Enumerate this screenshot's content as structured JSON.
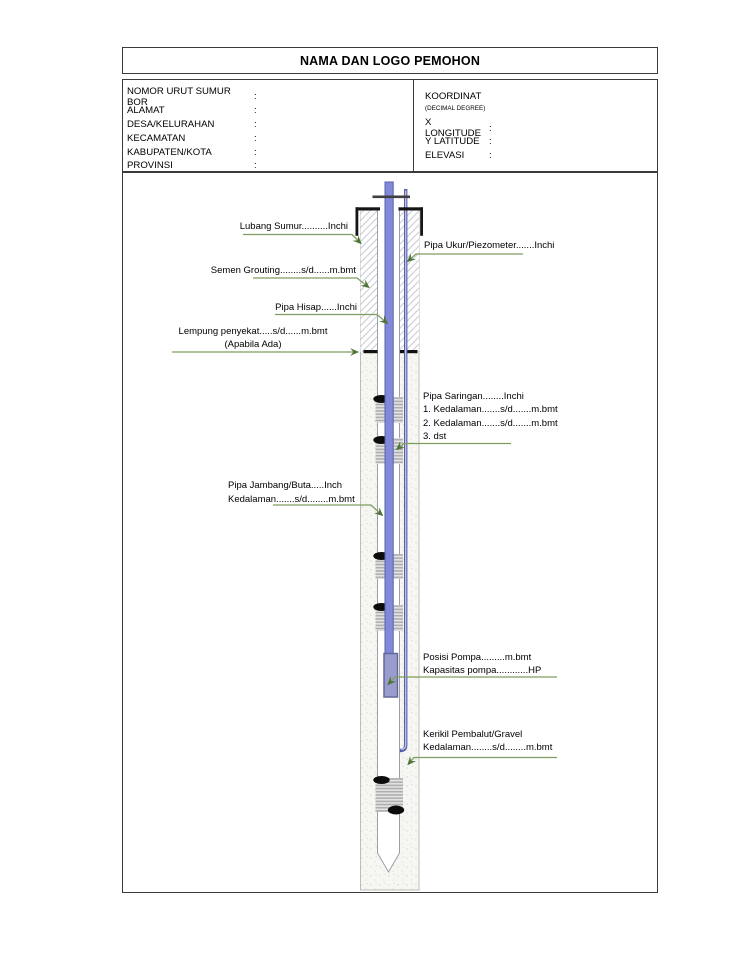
{
  "title": "NAMA DAN LOGO PEMOHON",
  "form": {
    "left_rows": [
      {
        "label": "NOMOR URUT SUMUR BOR",
        "sep": ":"
      },
      {
        "label": "ALAMAT",
        "sep": ":"
      },
      {
        "label": "DESA/KELURAHAN",
        "sep": ":"
      },
      {
        "label": "KECAMATAN",
        "sep": ":"
      },
      {
        "label": "KABUPATEN/KOTA",
        "sep": ":"
      },
      {
        "label": "PROVINSI",
        "sep": ":"
      }
    ],
    "right": {
      "heading": "KOORDINAT",
      "subheading": "(DECIMAL DEGREE)",
      "rows": [
        {
          "label": "X LONGITUDE",
          "sep": ":"
        },
        {
          "label": "Y LATITUDE",
          "sep": ":"
        },
        {
          "label": "ELEVASI",
          "sep": ":"
        }
      ]
    }
  },
  "diagram": {
    "labels": {
      "lubang_sumur": "Lubang Sumur..........Inchi",
      "pipa_ukur": "Pipa Ukur/Piezometer.......Inchi",
      "semen_grouting": "Semen Grouting........s/d......m.bmt",
      "pipa_hisap": "Pipa Hisap......Inchi",
      "lempung_line1": "Lempung penyekat.....s/d......m.bmt",
      "lempung_line2": "(Apabila Ada)",
      "saringan_line1": "Pipa Saringan........Inchi",
      "saringan_line2": "1. Kedalaman.......s/d.......m.bmt",
      "saringan_line3": "2. Kedalaman.......s/d.......m.bmt",
      "saringan_line4": "3. dst",
      "jambang_line1": "Pipa Jambang/Buta.....Inch",
      "jambang_line2": "Kedalaman.......s/d........m.bmt",
      "pompa_line1": "Posisi Pompa.........m.bmt",
      "pompa_line2": "Kapasitas pompa............HP",
      "kerikil_line1": "Kerikil Pembalut/Gravel",
      "kerikil_line2": "Kedalaman........s/d........m.bmt"
    },
    "colors": {
      "pipe_blue": "#8289d8",
      "pipe_blue_dark": "#5a5fae",
      "piezometer_blue": "#585da8",
      "pump_fill": "#999dce",
      "leader_green": "#7f9d5e",
      "arrow_green": "#4e7336",
      "border_gray": "#3b3b3b"
    }
  }
}
